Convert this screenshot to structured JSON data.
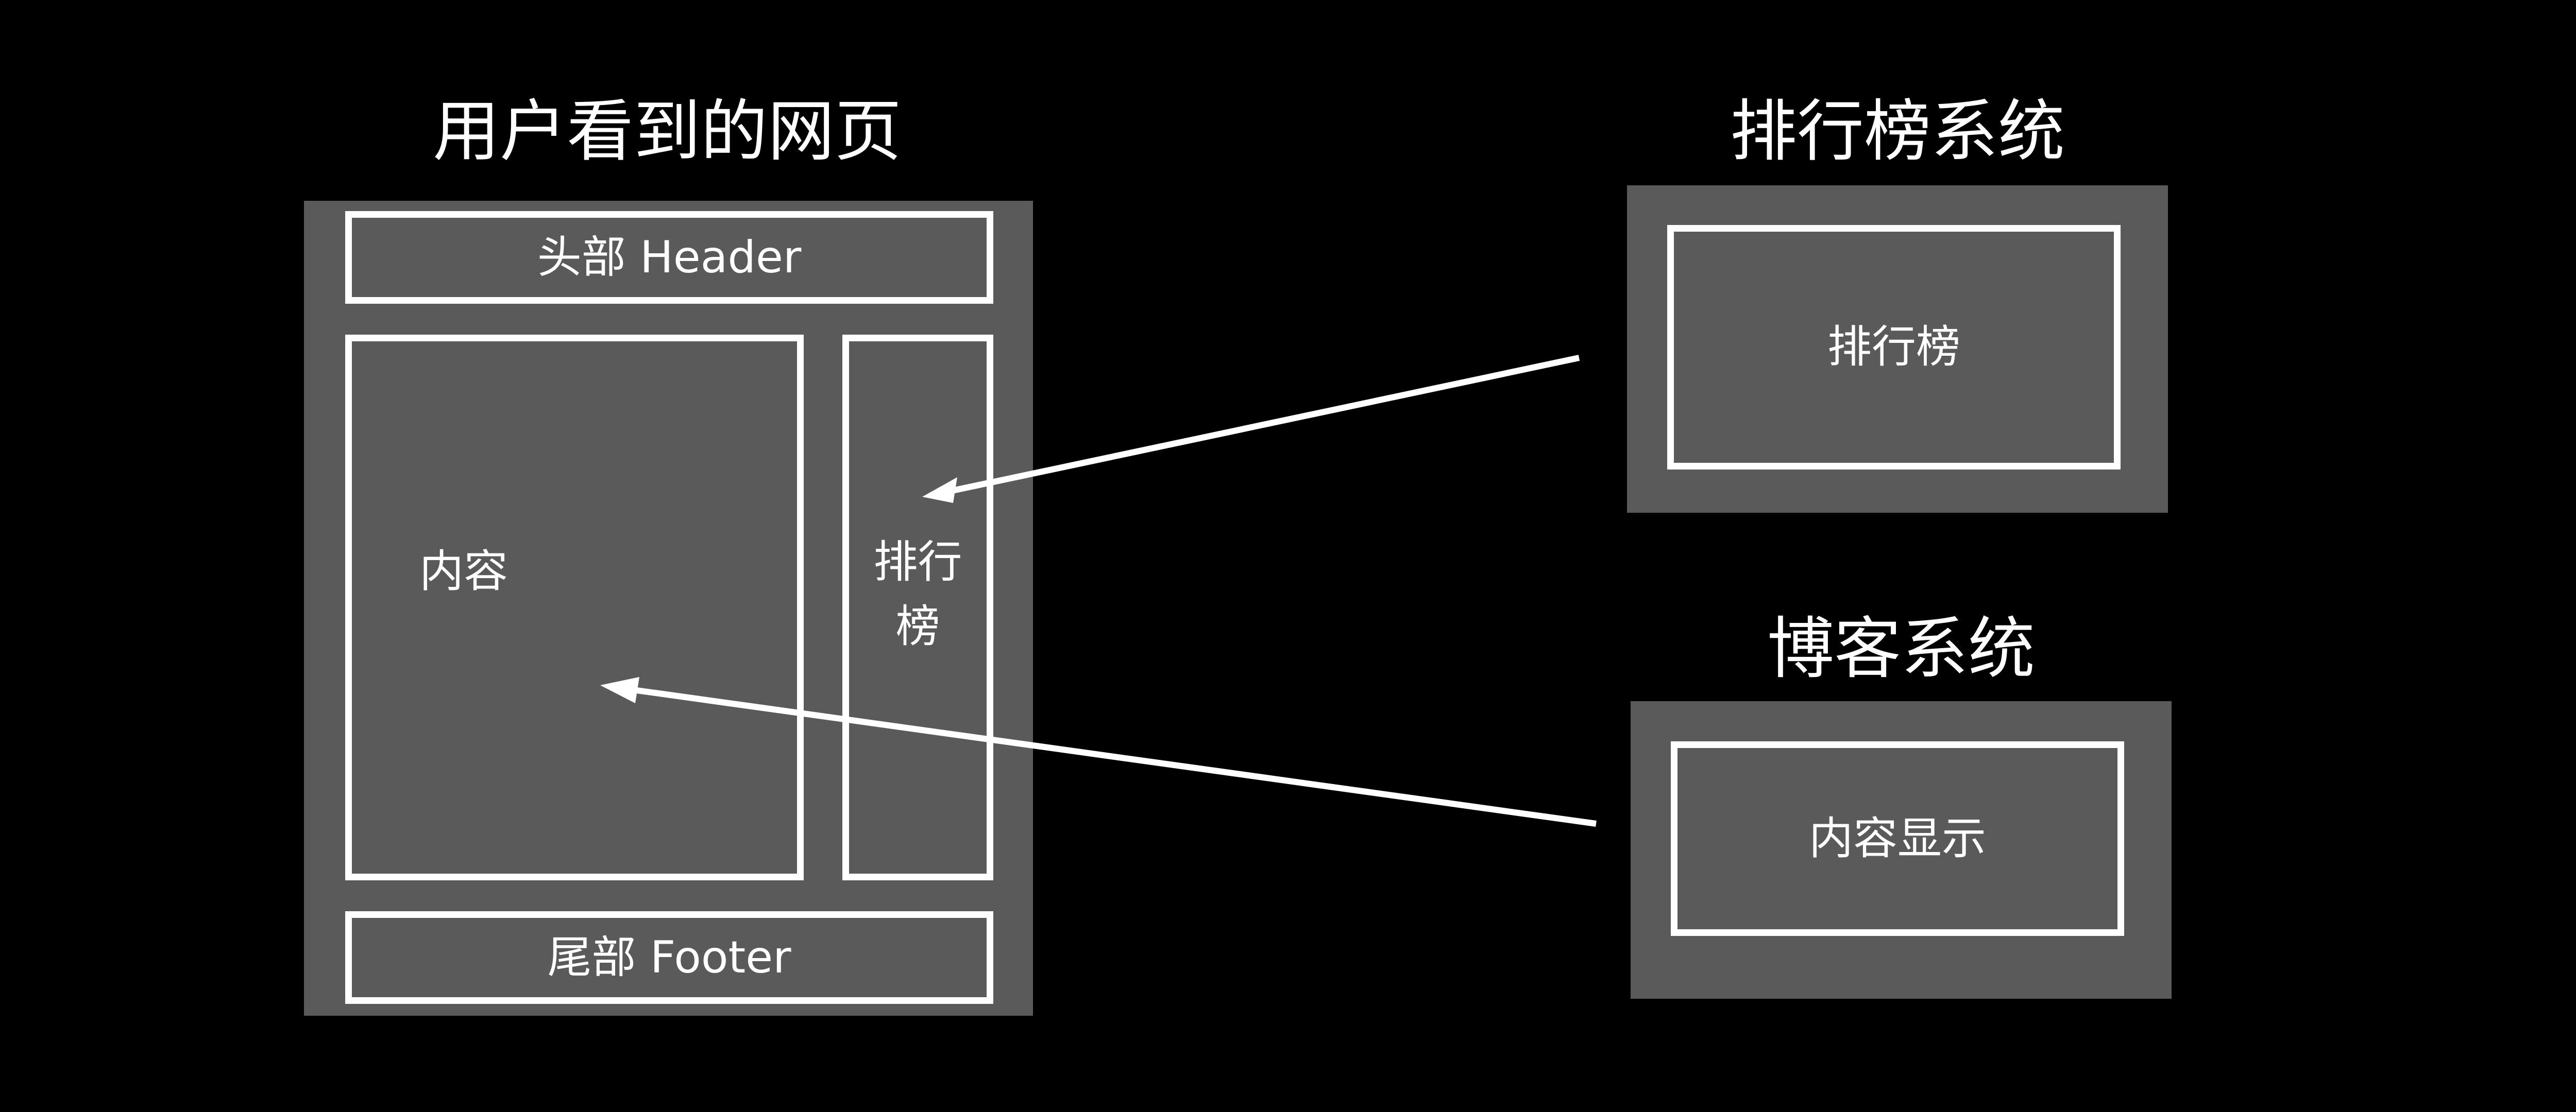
{
  "webpage": {
    "title": "用户看到的网页",
    "header_label": "头部 Header",
    "content_label": "内容",
    "sidebar_label": "排行榜",
    "footer_label": "尾部 Footer"
  },
  "ranking_system": {
    "title": "排行榜系统",
    "box_label": "排行榜"
  },
  "blog_system": {
    "title": "博客系统",
    "box_label": "内容显示"
  },
  "colors": {
    "background": "#000000",
    "panel": "#5a5a5a",
    "stroke": "#ffffff"
  }
}
